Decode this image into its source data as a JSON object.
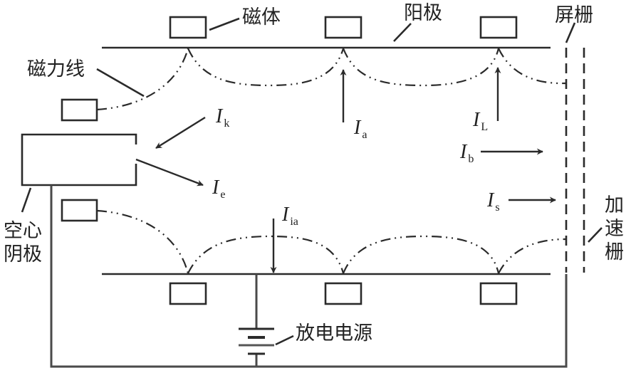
{
  "labels": {
    "magnet": "磁体",
    "anode": "阳极",
    "screen_grid": "屏栅",
    "field_line": "磁力线",
    "hollow_cathode_line1": "空心",
    "hollow_cathode_line2": "阴极",
    "accel_grid_line1": "加",
    "accel_grid_line2": "速",
    "accel_grid_line3": "栅",
    "discharge_supply": "放电电源"
  },
  "currents": {
    "Ik": {
      "symbol": "I",
      "sub": "k"
    },
    "Ie": {
      "symbol": "I",
      "sub": "e"
    },
    "Ia": {
      "symbol": "I",
      "sub": "a"
    },
    "IL": {
      "symbol": "I",
      "sub": "L"
    },
    "Ib": {
      "symbol": "I",
      "sub": "b"
    },
    "Is": {
      "symbol": "I",
      "sub": "s"
    },
    "Iia": {
      "symbol": "I",
      "sub": "ia"
    }
  }
}
